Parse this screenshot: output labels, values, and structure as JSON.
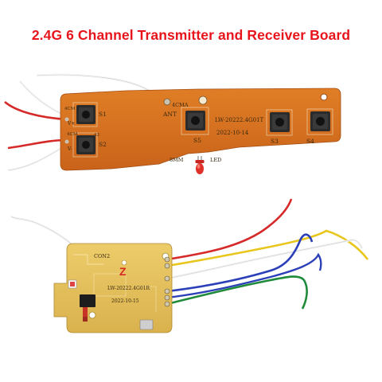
{
  "title": "2.4G 6 Channel Transmitter and Receiver Board",
  "transmitter": {
    "model": "LW-20222.4G01T",
    "date": "2022-10-14",
    "labels": {
      "s1": "S1",
      "s2": "S2",
      "s3": "S3",
      "s4": "S4",
      "s5": "S5",
      "ant": "ANT",
      "antlen": "4CMA",
      "led": "LED",
      "ledsize": "8MM",
      "vplus": "V+",
      "vminus": "V-",
      "cm1": "4CM",
      "cm2": "4CM",
      "side": "43"
    }
  },
  "receiver": {
    "model": "LW-20222.4G01R",
    "date": "2022-10-15",
    "labels": {
      "con": "CON2"
    }
  },
  "colors": {
    "title": "#e8141c",
    "transmitter_pcb": "#d8711c",
    "receiver_pcb": "#e6c25c",
    "wire_red": "#d62a2a",
    "wire_yellow": "#e8c61e",
    "wire_blue": "#2a3fb8",
    "wire_green": "#1f8a3a",
    "wire_white": "#f2f2f2"
  }
}
